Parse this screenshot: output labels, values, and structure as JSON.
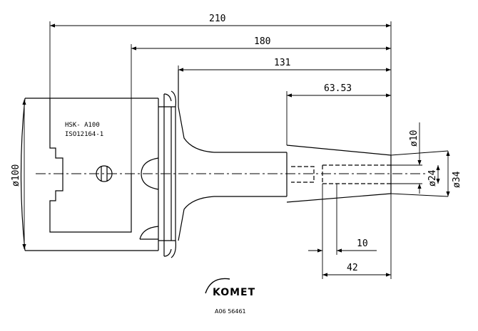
{
  "drawing": {
    "dimensions": {
      "overall_length": "210",
      "length_160": "180",
      "length_131": "131",
      "length_63": "63.53",
      "dia_100": "ø100",
      "dia_10": "ø10",
      "dia_24": "ø24",
      "dia_34": "ø34",
      "depth_10": "10",
      "length_42": "42"
    },
    "part_label": {
      "line1": "HSK- A100",
      "line2": "ISO12164-1"
    },
    "logo": {
      "brand": "KOMET",
      "code": "A06 56461"
    },
    "colors": {
      "line": "#000000",
      "background": "#ffffff"
    }
  }
}
